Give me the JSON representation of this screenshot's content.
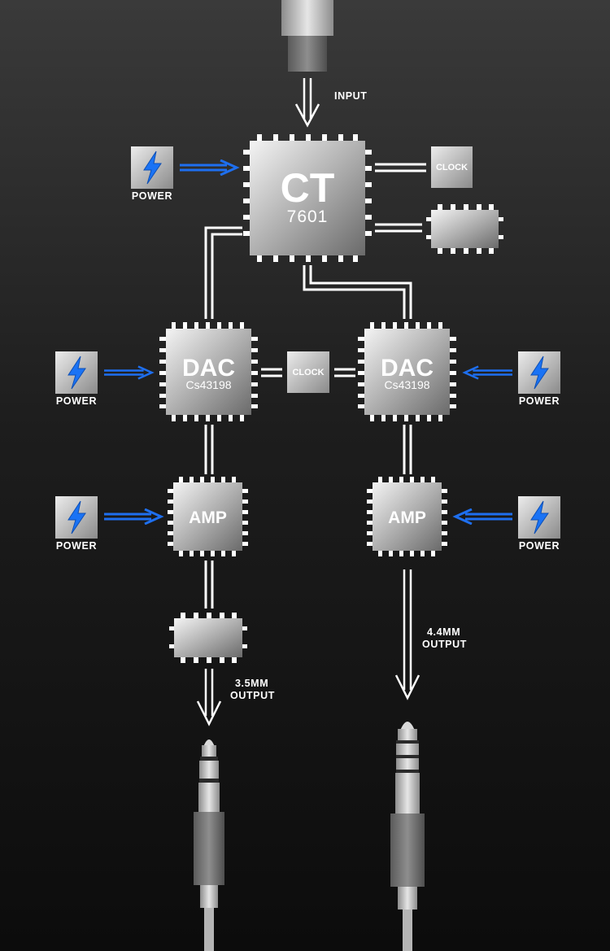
{
  "labels": {
    "input": "INPUT",
    "power": "POWER",
    "clock": "CLOCK",
    "output_35_line1": "3.5MM",
    "output_35_line2": "OUTPUT",
    "output_44_line1": "4.4MM",
    "output_44_line2": "OUTPUT"
  },
  "chips": {
    "ct": {
      "name": "CT",
      "model": "7601"
    },
    "dac_left": {
      "name": "DAC",
      "model": "Cs43198"
    },
    "dac_right": {
      "name": "DAC",
      "model": "Cs43198"
    },
    "amp_left": {
      "name": "AMP"
    },
    "amp_right": {
      "name": "AMP"
    }
  },
  "icons": {
    "power": "lightning-bolt-icon"
  },
  "colors": {
    "power_arrow": "#1e6ff0",
    "bolt": "#1a73f5",
    "line": "#ffffff"
  }
}
